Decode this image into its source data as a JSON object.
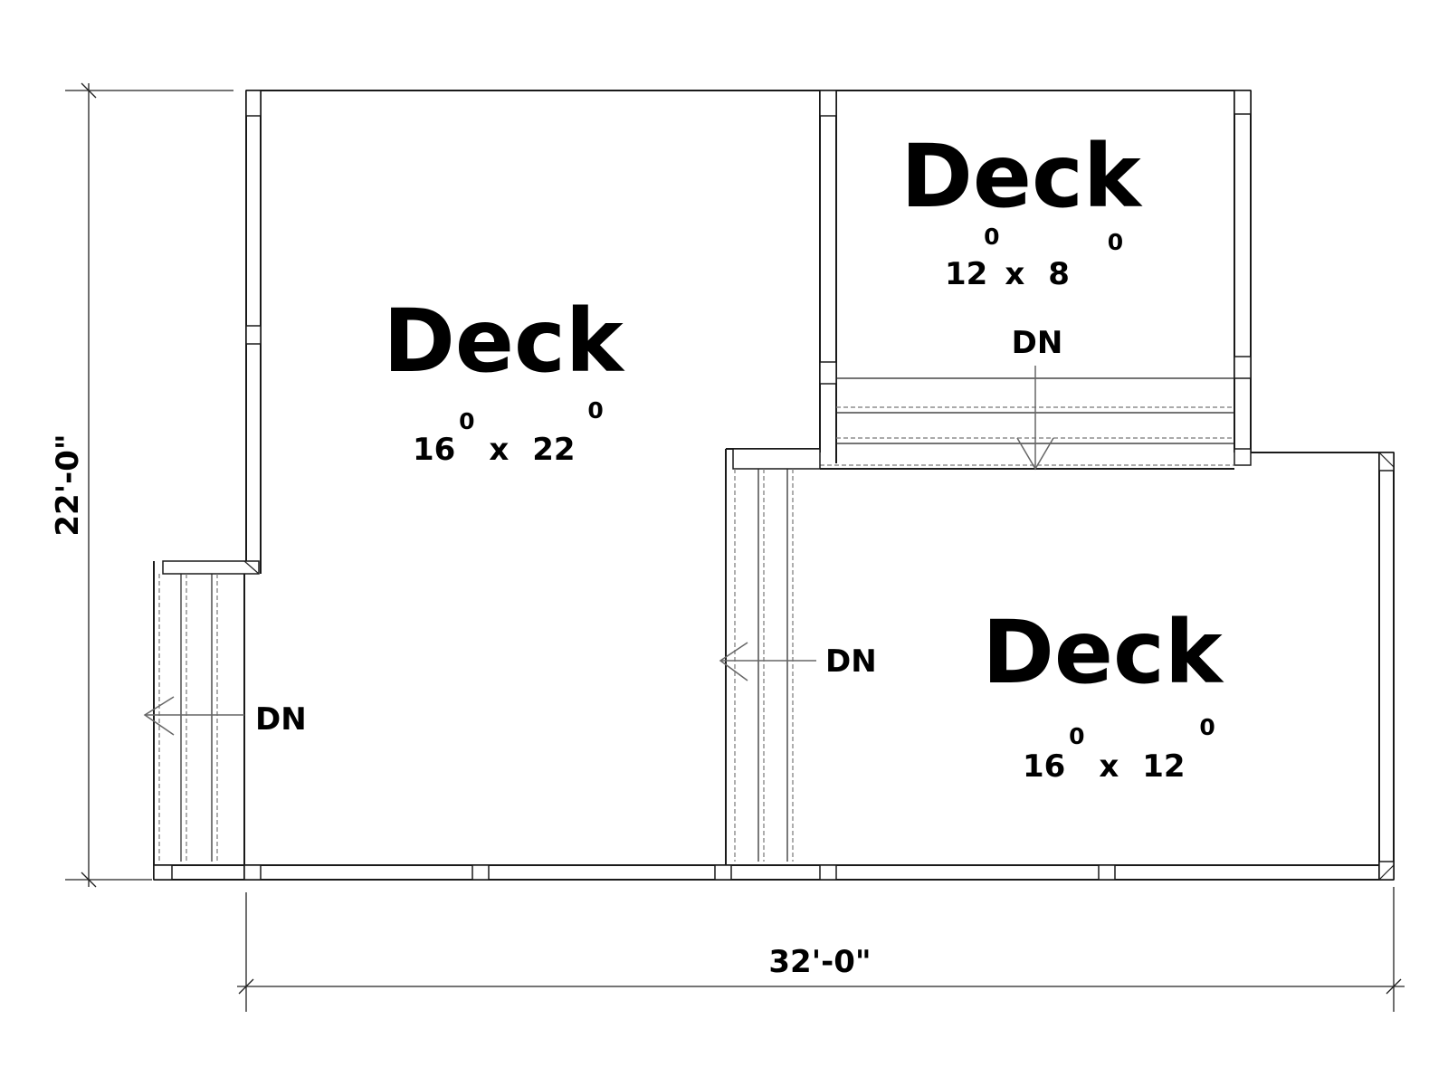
{
  "decks": [
    {
      "name": "Deck",
      "width": "16",
      "width_sup": "0",
      "x": "x",
      "depth": "22",
      "depth_sup": "0"
    },
    {
      "name": "Deck",
      "width": "12",
      "width_sup": "0",
      "x": "x",
      "depth": "8",
      "depth_sup": "0"
    },
    {
      "name": "Deck",
      "width": "16",
      "width_sup": "0",
      "x": "x",
      "depth": "12",
      "depth_sup": "0"
    }
  ],
  "stairs": [
    {
      "label": "DN"
    },
    {
      "label": "DN"
    },
    {
      "label": "DN"
    }
  ],
  "dimensions": {
    "overall_height": "22'-0\"",
    "overall_width": "32'-0\""
  }
}
